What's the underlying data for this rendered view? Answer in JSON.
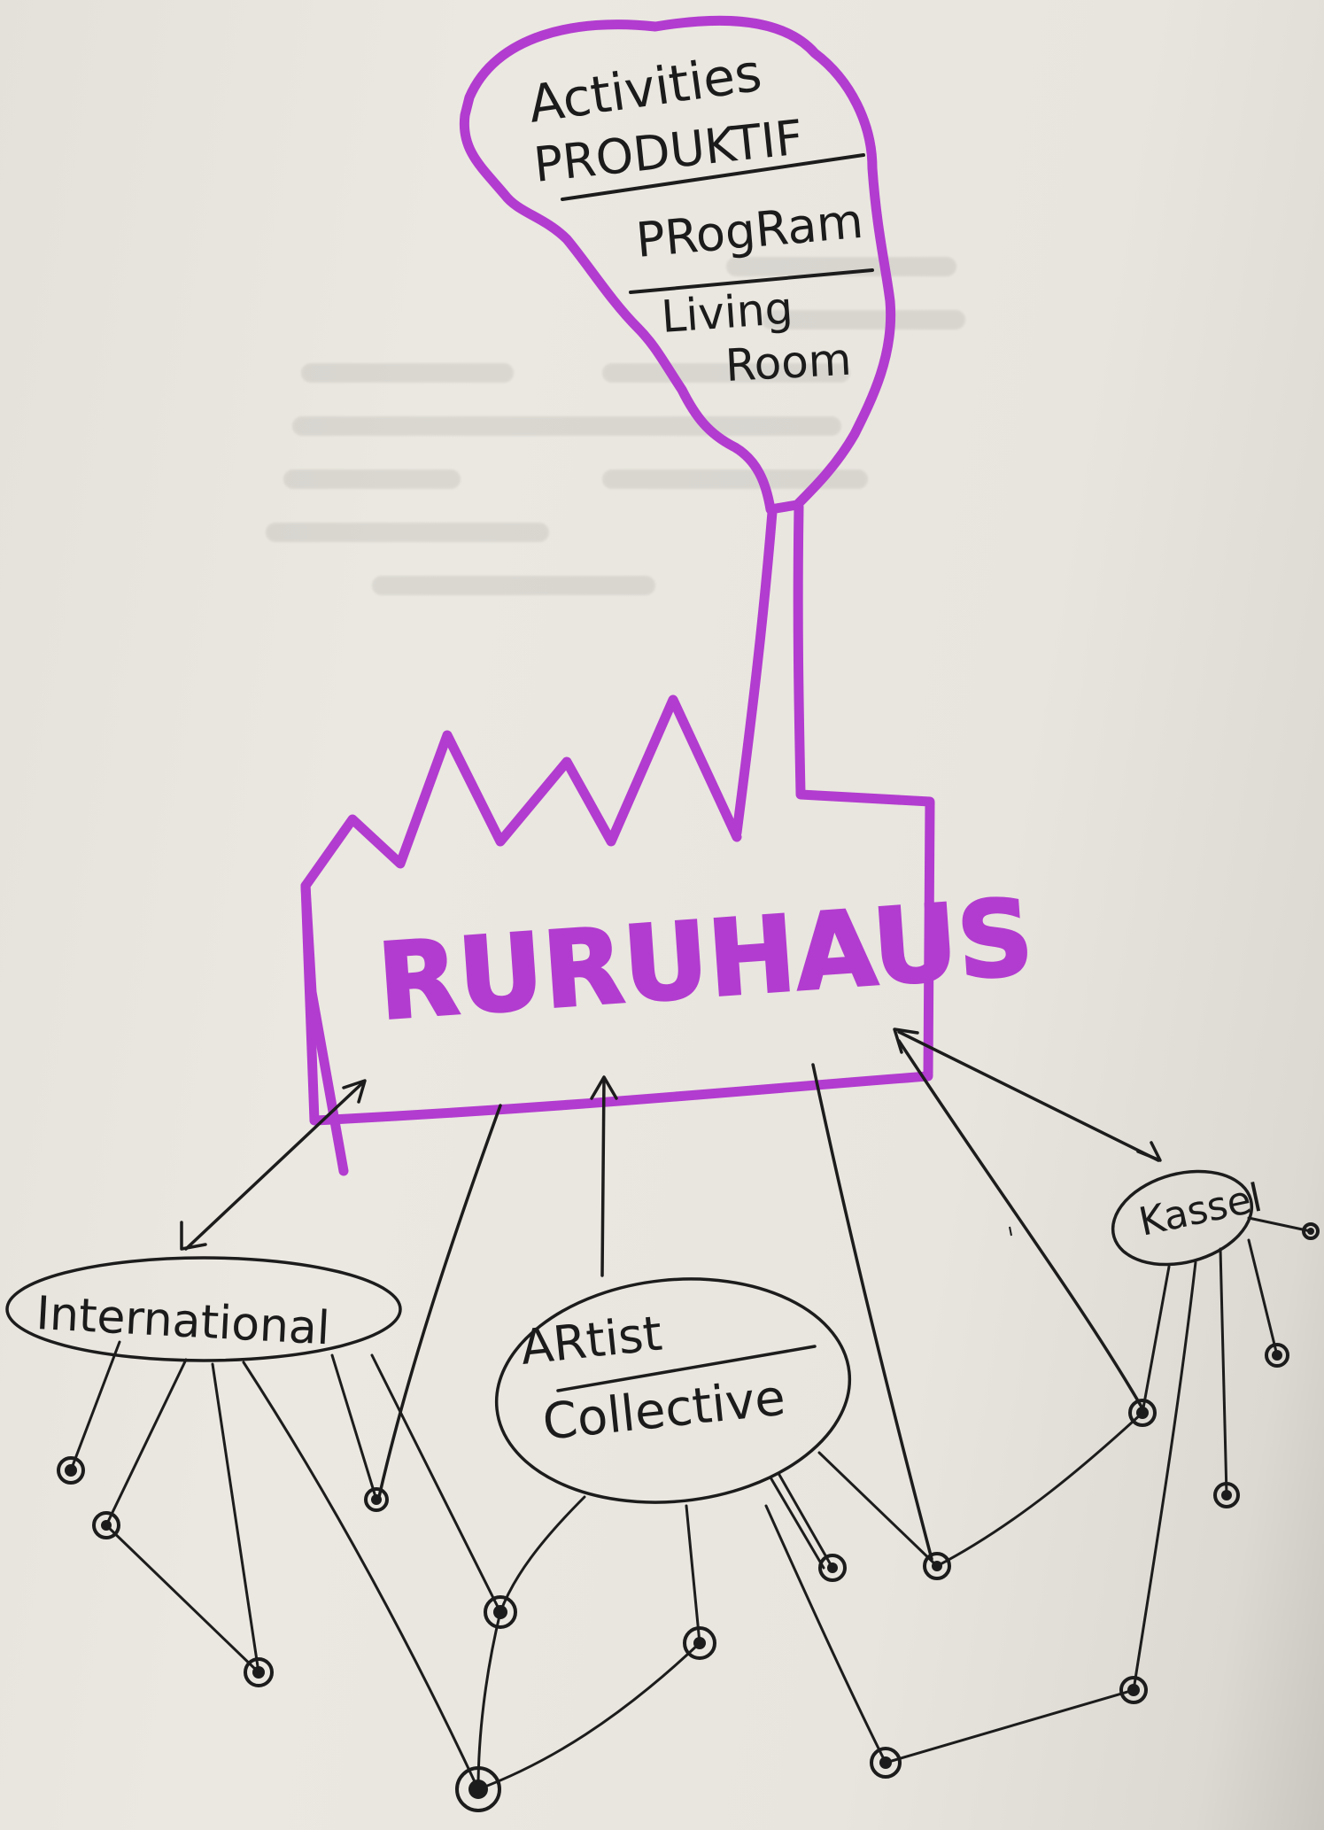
{
  "diagram": {
    "cloud_label_line1": "Activities",
    "cloud_label_line2": "PRODUKTIF",
    "cloud_label_line3": "PRogRam",
    "cloud_label_line4": "Living",
    "cloud_label_line5": "Room",
    "building_label": "RURUHAUS",
    "node_international": "International",
    "node_artist_line1": "ARtist",
    "node_artist_line2": "Collective",
    "node_kassel": "Kassel",
    "colors": {
      "marker": "#b23ccf",
      "pen": "#1c1c1c",
      "paper": "#e9e6df"
    }
  }
}
